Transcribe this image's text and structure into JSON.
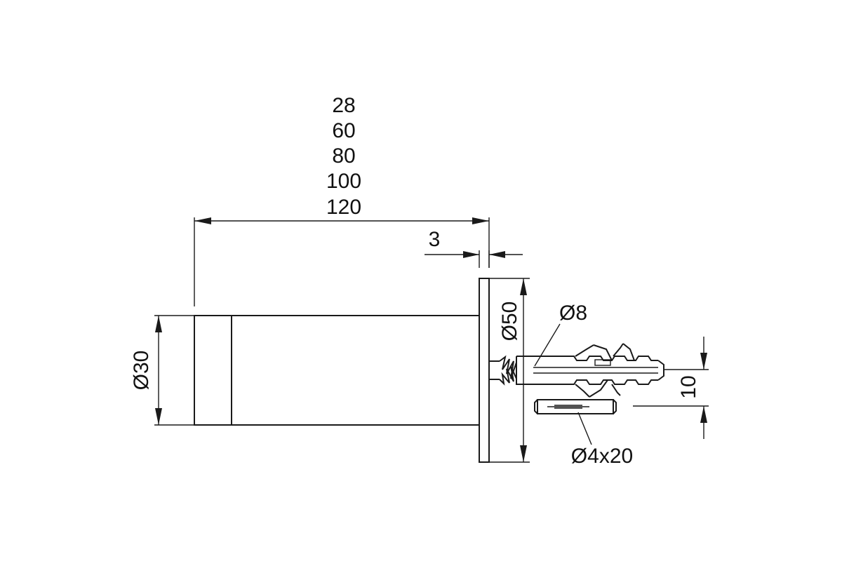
{
  "length_options": [
    "28",
    "60",
    "80",
    "100",
    "120"
  ],
  "plate_thickness": "3",
  "stopper_diameter": "Ø30",
  "plate_diameter": "Ø50",
  "dowel_diameter": "Ø8",
  "screw_spec": "Ø4x20",
  "dowel_offset": "10",
  "colors": {
    "line": "#1a1a1a",
    "background": "#ffffff"
  }
}
